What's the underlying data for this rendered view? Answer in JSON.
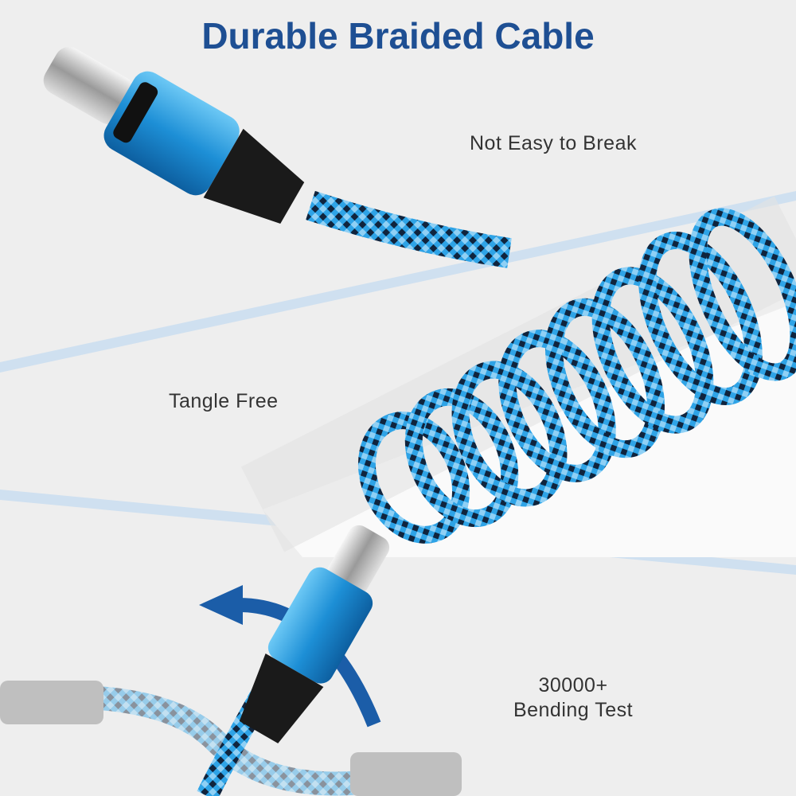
{
  "title": "Durable Braided Cable",
  "features": [
    {
      "label": "Not Easy to Break"
    },
    {
      "label": "Tangle Free"
    },
    {
      "label_line1": "30000+",
      "label_line2": "Bending Test"
    }
  ],
  "colors": {
    "title": "#1e4f93",
    "cable_blue": "#2b9be0",
    "band": "#cfe0f0",
    "arrow": "#1b5da8"
  }
}
